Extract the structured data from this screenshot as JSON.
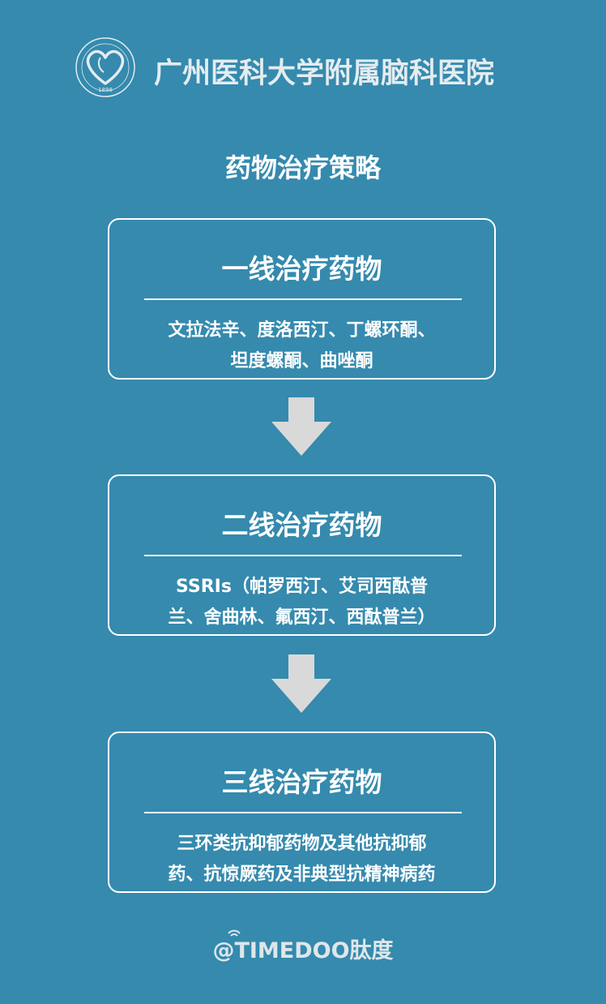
{
  "header": {
    "hospital_name": "广州医科大学附属脑科医院",
    "logo_year": "1898",
    "logo_icon": "heart-head-emblem-icon"
  },
  "page_title": "药物治疗策略",
  "steps": [
    {
      "title": "一线治疗药物",
      "desc_line1": "文拉法辛、度洛西汀、丁螺环酮、",
      "desc_line2": "坦度螺酮、曲唑酮"
    },
    {
      "title": "二线治疗药物",
      "desc_line1": "SSRIs（帕罗西汀、艾司西酞普",
      "desc_line2": "兰、舍曲林、氟西汀、西酞普兰）"
    },
    {
      "title": "三线治疗药物",
      "desc_line1": "三环类抗抑郁药物及其他抗抑郁",
      "desc_line2": "药、抗惊厥药及非典型抗精神病药"
    }
  ],
  "footer": {
    "watermark": "@TIMEDOO肽度"
  },
  "colors": {
    "background": "#358aae",
    "box_border": "#ffffff",
    "arrow": "#d9d9d9",
    "text": "#ffffff"
  }
}
